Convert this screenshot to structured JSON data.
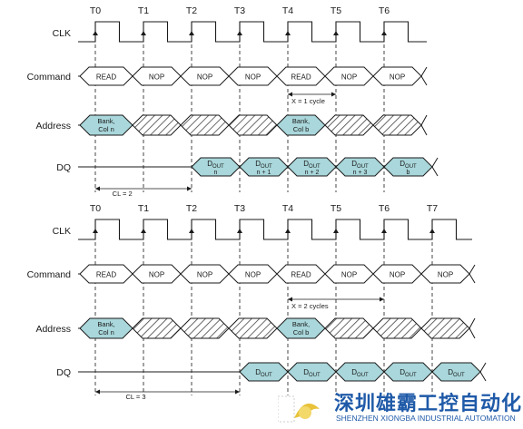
{
  "timing_diagrams": [
    {
      "clock_label": "CLK",
      "ticks": [
        "T0",
        "T1",
        "T2",
        "T3",
        "T4",
        "T5",
        "T6"
      ],
      "command_label": "Command",
      "commands": [
        "READ",
        "NOP",
        "NOP",
        "NOP",
        "READ",
        "NOP",
        "NOP"
      ],
      "address_label": "Address",
      "address_first": [
        "Bank,",
        "Col n"
      ],
      "address_second": [
        "Bank,",
        "Col b"
      ],
      "dq_label": "DQ",
      "dq_outputs": [
        {
          "main": "D",
          "sub": "OUT",
          "line2": "n"
        },
        {
          "main": "D",
          "sub": "OUT",
          "line2": "n + 1"
        },
        {
          "main": "D",
          "sub": "OUT",
          "line2": "n + 2"
        },
        {
          "main": "D",
          "sub": "OUT",
          "line2": "n + 3"
        },
        {
          "main": "D",
          "sub": "OUT",
          "line2": "b"
        }
      ],
      "gap_label": "X = 1 cycle",
      "latency_label": "CL = 2"
    },
    {
      "clock_label": "CLK",
      "ticks": [
        "T0",
        "T1",
        "T2",
        "T3",
        "T4",
        "T5",
        "T6",
        "T7"
      ],
      "command_label": "Command",
      "commands": [
        "READ",
        "NOP",
        "NOP",
        "NOP",
        "READ",
        "NOP",
        "NOP",
        "NOP"
      ],
      "address_label": "Address",
      "address_first": [
        "Bank,",
        "Col n"
      ],
      "address_second": [
        "Bank,",
        "Col b"
      ],
      "dq_label": "DQ",
      "dq_outputs": [
        {
          "main": "D",
          "sub": "OUT"
        },
        {
          "main": "D",
          "sub": "OUT"
        },
        {
          "main": "D",
          "sub": "OUT"
        },
        {
          "main": "D",
          "sub": "OUT"
        },
        {
          "main": "D",
          "sub": "OUT"
        }
      ],
      "gap_label": "X = 2 cycles",
      "latency_label": "CL = 3"
    }
  ],
  "watermark": {
    "chinese": "深圳雄霸工控自动化",
    "english": "SHENZHEN XIONGBA INDUSTRIAL AUTOMATION"
  },
  "colors": {
    "line": "#1a1a1a",
    "fill": "#a9d7db",
    "hatch": "#444444",
    "watermark": "#1f5aa8"
  }
}
